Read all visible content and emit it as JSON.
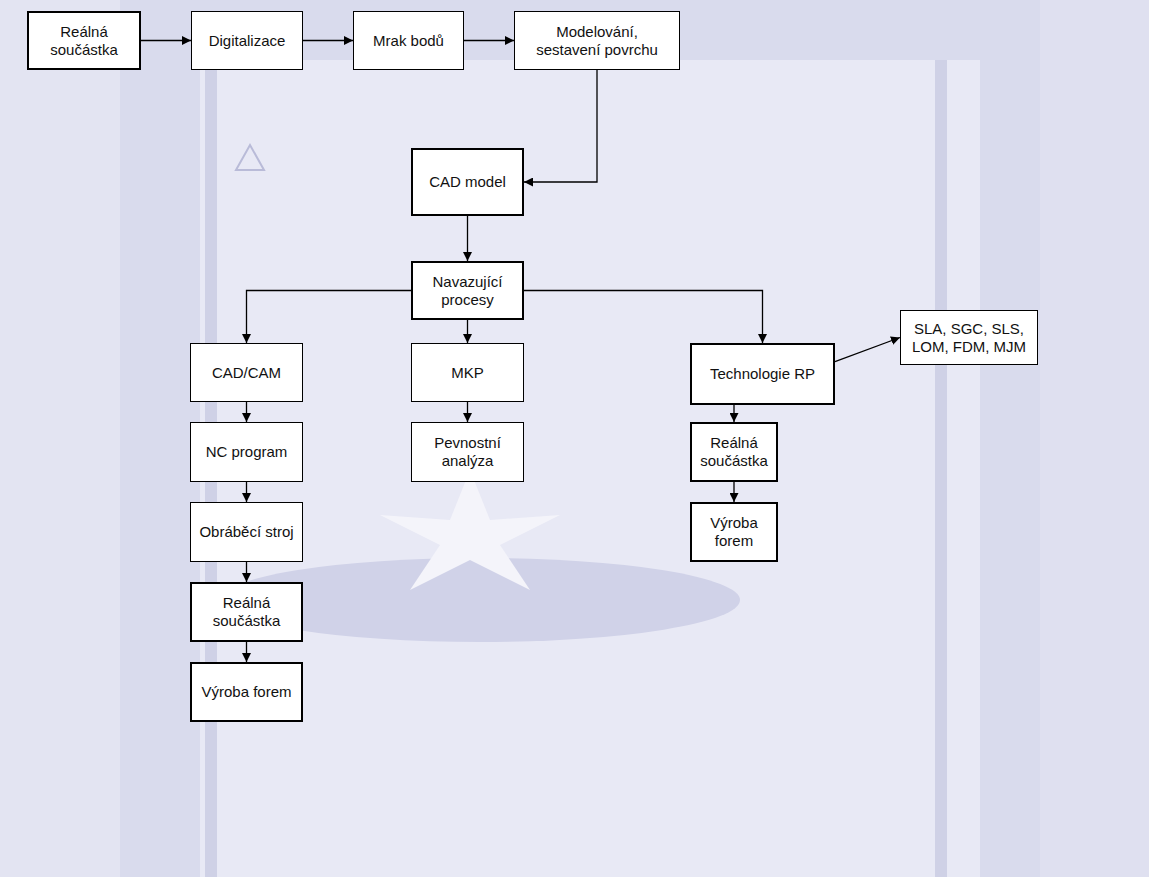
{
  "diagram": {
    "nodes": [
      {
        "text": [
          "Reálná součástka"
        ]
      },
      {
        "text": [
          "Digitalizace"
        ]
      },
      {
        "text": [
          "Mrak bodů"
        ]
      },
      {
        "text": [
          "Modelování, sestavení povrchu"
        ]
      },
      {
        "text": [
          "CAD model"
        ]
      },
      {
        "text": [
          "Navazující procesy"
        ]
      },
      {
        "text": [
          "CAD/CAM"
        ]
      },
      {
        "text": [
          "MKP"
        ]
      },
      {
        "text": [
          "Technologie RP"
        ]
      },
      {
        "text": [
          "SLA, SGC, SLS, LOM, FDM, MJM"
        ]
      },
      {
        "text": [
          "NC program"
        ]
      },
      {
        "text": [
          "Pevnostní analýza"
        ]
      },
      {
        "text": [
          "Reálná součástka"
        ]
      },
      {
        "text": [
          "Obráběcí stroj"
        ]
      },
      {
        "text": [
          "Výroba forem"
        ]
      },
      {
        "text": [
          "Reálná součástka"
        ]
      },
      {
        "text": [
          "Výroba forem"
        ]
      }
    ],
    "edges": [
      {
        "from": 0,
        "to": 1,
        "arrow": "to"
      },
      {
        "from": 1,
        "to": 2,
        "arrow": "to"
      },
      {
        "from": 2,
        "to": 3,
        "arrow": "to"
      },
      {
        "from": 3,
        "to": 4,
        "arrow": "to"
      },
      {
        "from": 4,
        "to": 5,
        "arrow": "to"
      },
      {
        "from": 5,
        "to": 6,
        "arrow": "to"
      },
      {
        "from": 5,
        "to": 7,
        "arrow": "to"
      },
      {
        "from": 5,
        "to": 8,
        "arrow": "to"
      },
      {
        "from": 8,
        "to": 9,
        "arrow": "to"
      },
      {
        "from": 6,
        "to": 10,
        "arrow": "to"
      },
      {
        "from": 10,
        "to": 13,
        "arrow": "to"
      },
      {
        "from": 13,
        "to": 15,
        "arrow": "to"
      },
      {
        "from": 15,
        "to": 16,
        "arrow": "to"
      },
      {
        "from": 7,
        "to": 11,
        "arrow": "to"
      },
      {
        "from": 8,
        "to": 12,
        "arrow": "to"
      },
      {
        "from": 12,
        "to": 14,
        "arrow": "to"
      }
    ]
  }
}
